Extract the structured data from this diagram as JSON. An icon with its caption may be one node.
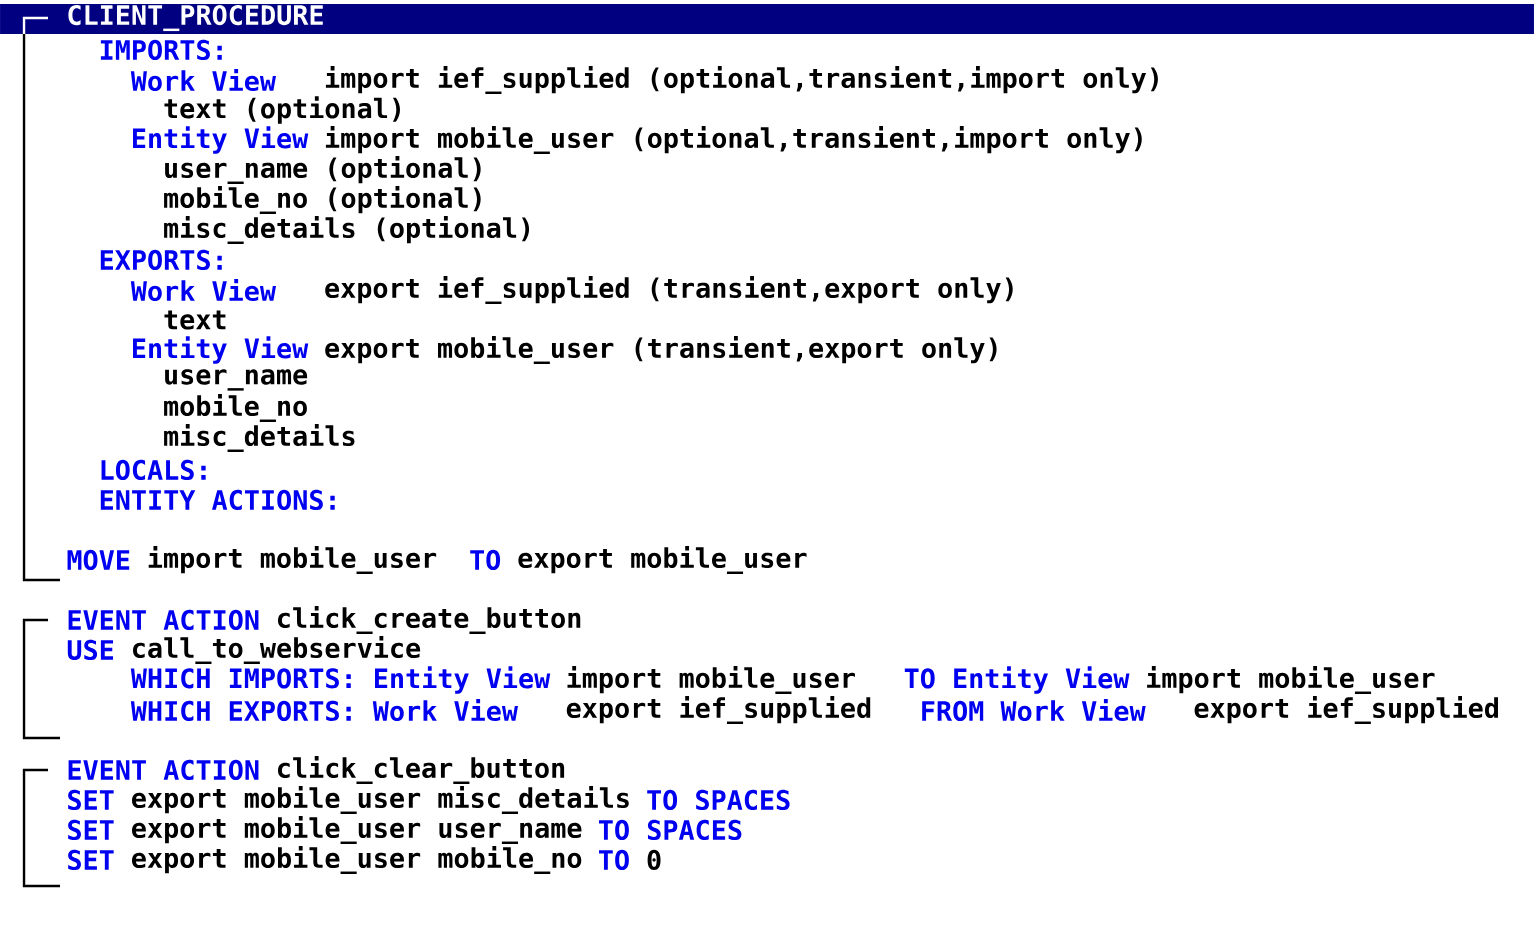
{
  "diagram": {
    "labels": [
      "CLIENT_PROCEDURE",
      "IMPORTS:",
      "Work View",
      "import ief_supplied (optional,transient,import only)",
      "text (optional)",
      "Entity View",
      "import mobile_user (optional,transient,import only)",
      "user_name (optional)",
      "mobile_no (optional)",
      "misc_details (optional)",
      "EXPORTS:",
      "Work View",
      "export ief_supplied (transient,export only)",
      "text",
      "Entity View",
      "export mobile_user (transient,export only)",
      "user_name",
      "mobile_no",
      "misc_details",
      "LOCALS:",
      "ENTITY ACTIONS:",
      "MOVE",
      "import mobile_user",
      "TO",
      "export mobile_user",
      "EVENT ACTION",
      "click_create_button",
      "USE",
      "call_to_webservice",
      "WHICH IMPORTS: Entity View",
      "import mobile_user",
      "TO Entity View",
      "import mobile_user",
      "WHICH EXPORTS: Work View",
      "export ief_supplied",
      "FROM Work View",
      "export ief_supplied",
      "EVENT ACTION",
      "click_clear_button",
      "SET",
      "export mobile_user misc_details",
      "TO SPACES",
      "SET",
      "export mobile_user user_name",
      "TO SPACES",
      "SET",
      "export mobile_user mobile_no",
      "TO",
      "0"
    ]
  }
}
